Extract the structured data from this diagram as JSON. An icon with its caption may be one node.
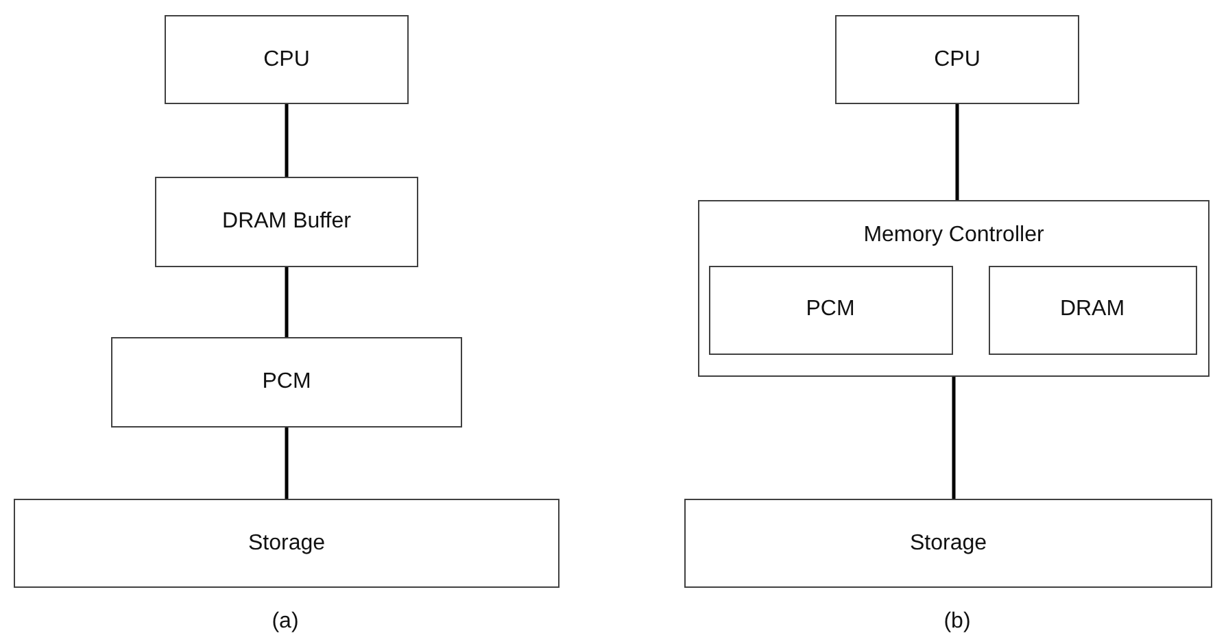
{
  "diagram": {
    "nodes": [
      {
        "text": [
          "CPU"
        ]
      },
      {
        "text": [
          "DRAM Buffer"
        ]
      },
      {
        "text": [
          "PCM"
        ]
      },
      {
        "text": [
          "Storage"
        ]
      },
      {
        "text": [
          "CPU"
        ]
      },
      {
        "text": [
          "Memory Controller"
        ]
      },
      {
        "text": [
          "PCM"
        ],
        "in": 5
      },
      {
        "text": [
          "DRAM"
        ],
        "in": 5
      },
      {
        "text": [
          "Storage"
        ]
      }
    ],
    "edges": [
      {
        "from": 0,
        "to": 1,
        "arrow": "none"
      },
      {
        "from": 1,
        "to": 2,
        "arrow": "none"
      },
      {
        "from": 2,
        "to": 3,
        "arrow": "none"
      },
      {
        "from": 4,
        "to": 5,
        "arrow": "none"
      },
      {
        "from": 5,
        "to": 8,
        "arrow": "none"
      }
    ],
    "labels": [
      "(a)",
      "(b)"
    ]
  }
}
